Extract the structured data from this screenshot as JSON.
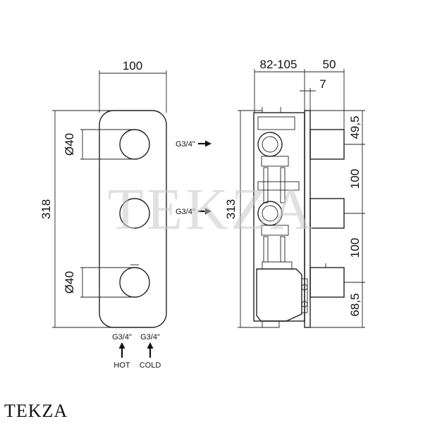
{
  "front_view": {
    "width_label": "100",
    "height_label": "318",
    "top_knob_label": "Ø40",
    "bottom_knob_label": "Ø40",
    "inlet_hot": {
      "size": "G3/4\"",
      "name": "HOT"
    },
    "inlet_cold": {
      "size": "G3/4\"",
      "name": "COLD"
    }
  },
  "side_view": {
    "depth_range_label": "82-105",
    "knob_depth_label": "50",
    "plate_label": "7",
    "body_height_label": "313",
    "outlet_top": "G3/4\"",
    "outlet_middle": "G3/4\"",
    "spacing_labels": [
      "49,5",
      "100",
      "100",
      "68,5"
    ]
  },
  "watermark": "TEKZA",
  "brand": "TEKZA"
}
